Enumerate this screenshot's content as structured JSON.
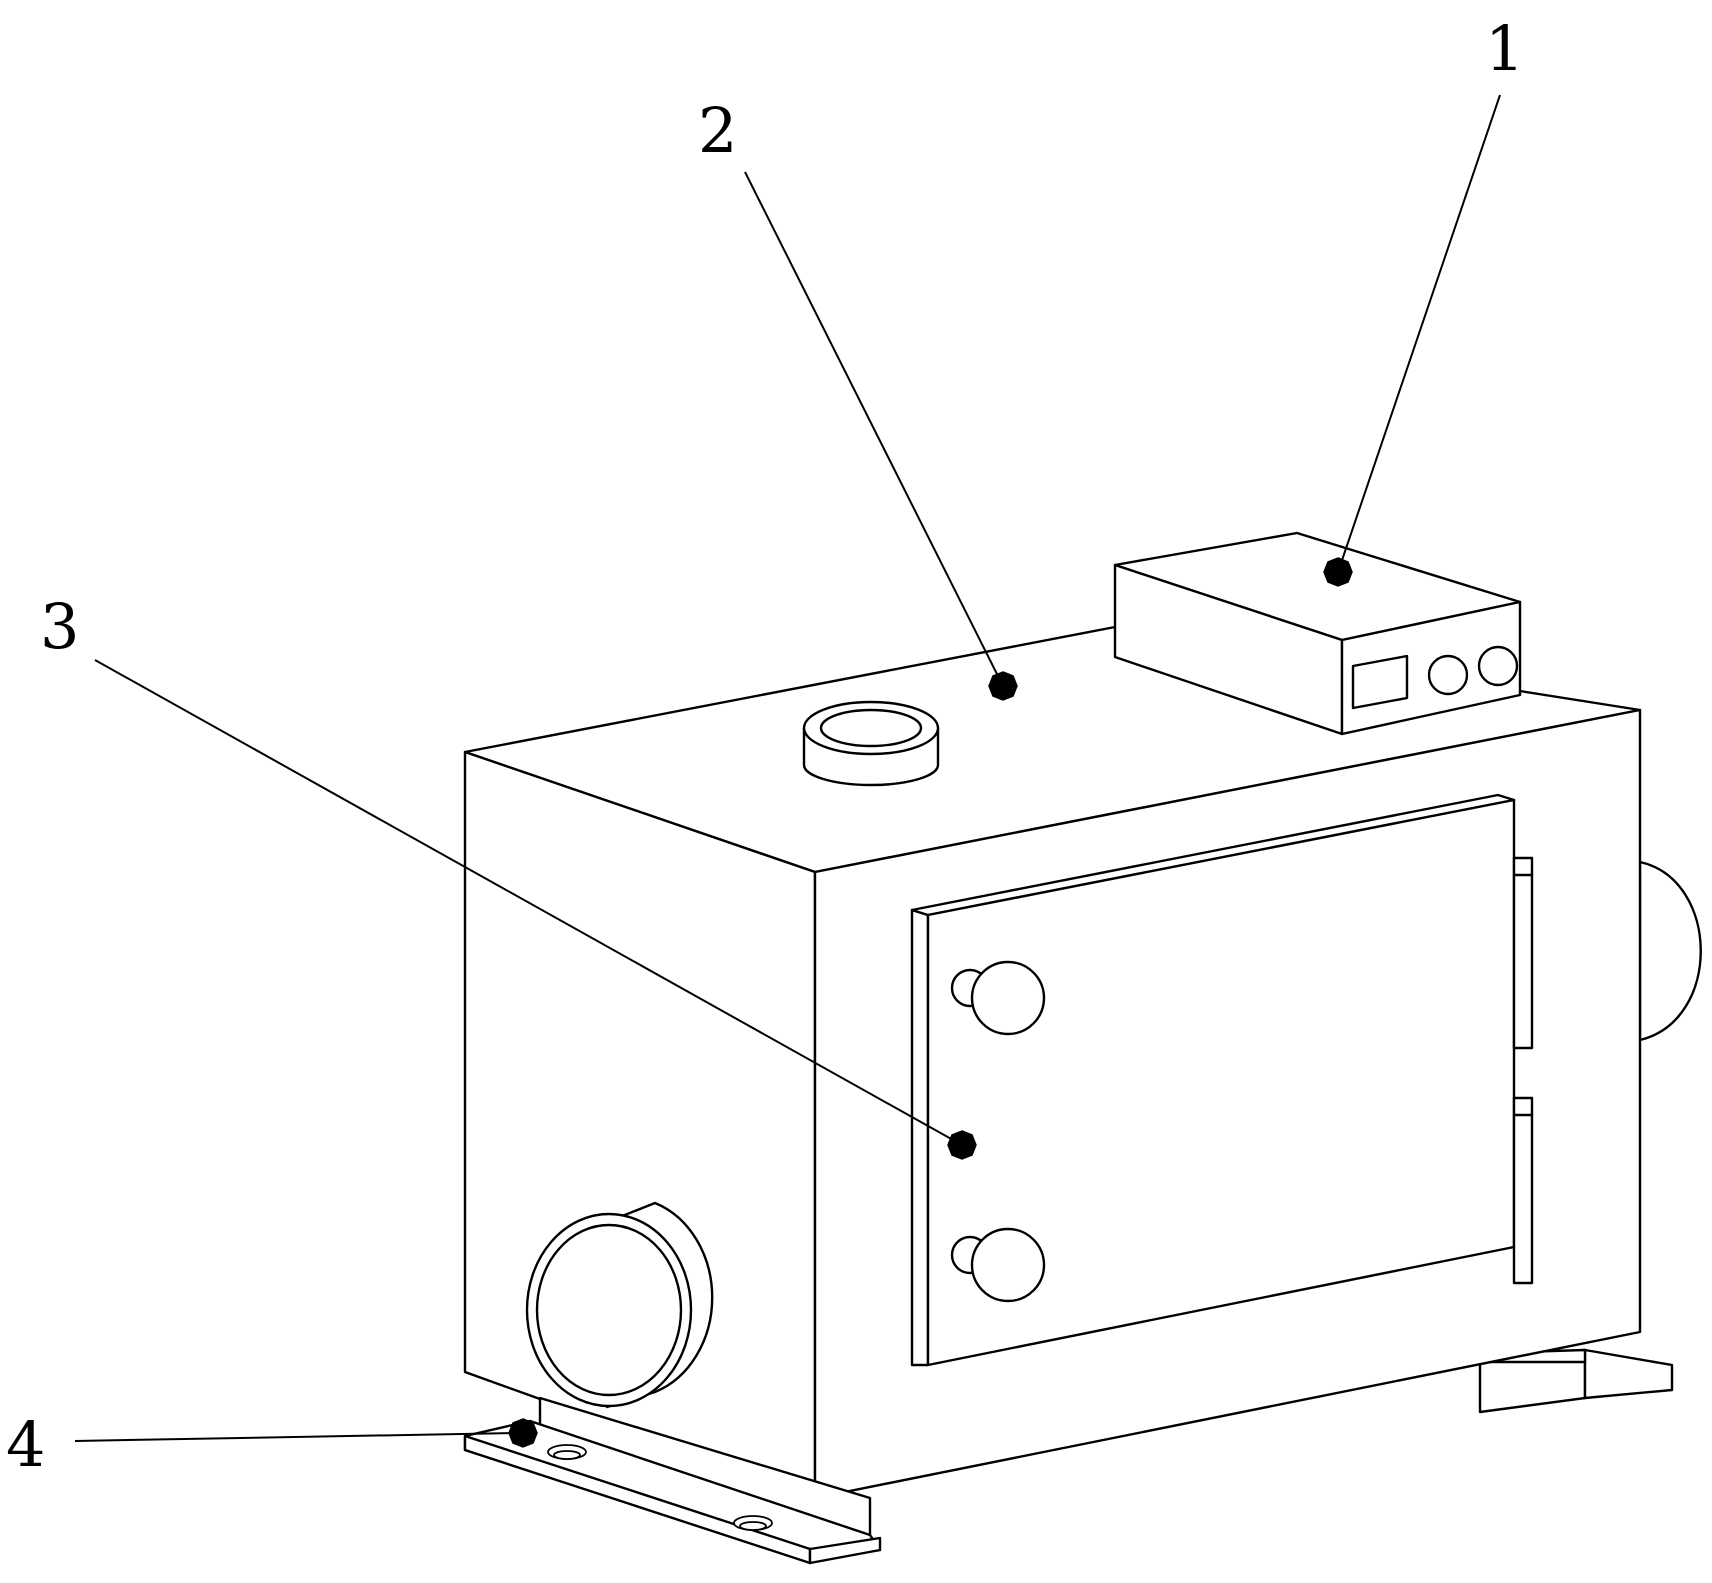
{
  "callouts": [
    {
      "id": "1",
      "text": "1"
    },
    {
      "id": "2",
      "text": "2"
    },
    {
      "id": "3",
      "text": "3"
    },
    {
      "id": "4",
      "text": "4"
    }
  ]
}
